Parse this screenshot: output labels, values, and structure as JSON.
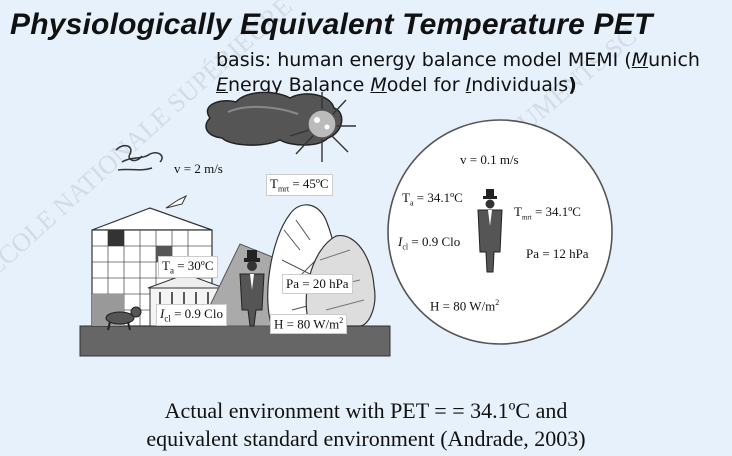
{
  "title": "Physiologically Equivalent Temperature PET",
  "basis": {
    "line1_prefix": "basis: human energy balance model MEMI (",
    "line1_M": "M",
    "line1_rest": "unich",
    "line2_E": "E",
    "line2_a": "nergy Balance ",
    "line2_M": "M",
    "line2_b": "odel for ",
    "line2_I": "I",
    "line2_c": "ndividuals",
    "line2_close": ")"
  },
  "left_scene": {
    "wind": "v = 2 m/s",
    "tmrt_prefix": "T",
    "tmrt_sub": "mrt",
    "tmrt_value": " = 45ºC",
    "ta_prefix": "T",
    "ta_sub": "a",
    "ta_value": " = 30ºC",
    "icl_prefix": "I",
    "icl_sub": "cl",
    "icl_value": " = 0.9 Clo",
    "pa": "Pa = 20 hPa",
    "h_value": "H = 80 W/m",
    "h_sup": "2"
  },
  "right_scene": {
    "wind": "v = 0.1 m/s",
    "ta_prefix": "T",
    "ta_sub": "a",
    "ta_value": " = 34.1ºC",
    "tmrt_prefix": "T",
    "tmrt_sub": "mrt",
    "tmrt_value": " = 34.1ºC",
    "icl_prefix": "I",
    "icl_sub": "cl",
    "icl_value": " = 0.9 Clo",
    "pa": "Pa = 12 hPa",
    "h_value": "H = 80 W/m",
    "h_sup": "2"
  },
  "caption": {
    "line1": "Actual environment with PET = = 34.1ºC and",
    "line2": "equivalent standard environment (Andrade, 2003)"
  },
  "watermark": {
    "text1": "ECOLE NATIONALE SUPÉRIEURE",
    "text2": "DOCUMENTS SC"
  }
}
